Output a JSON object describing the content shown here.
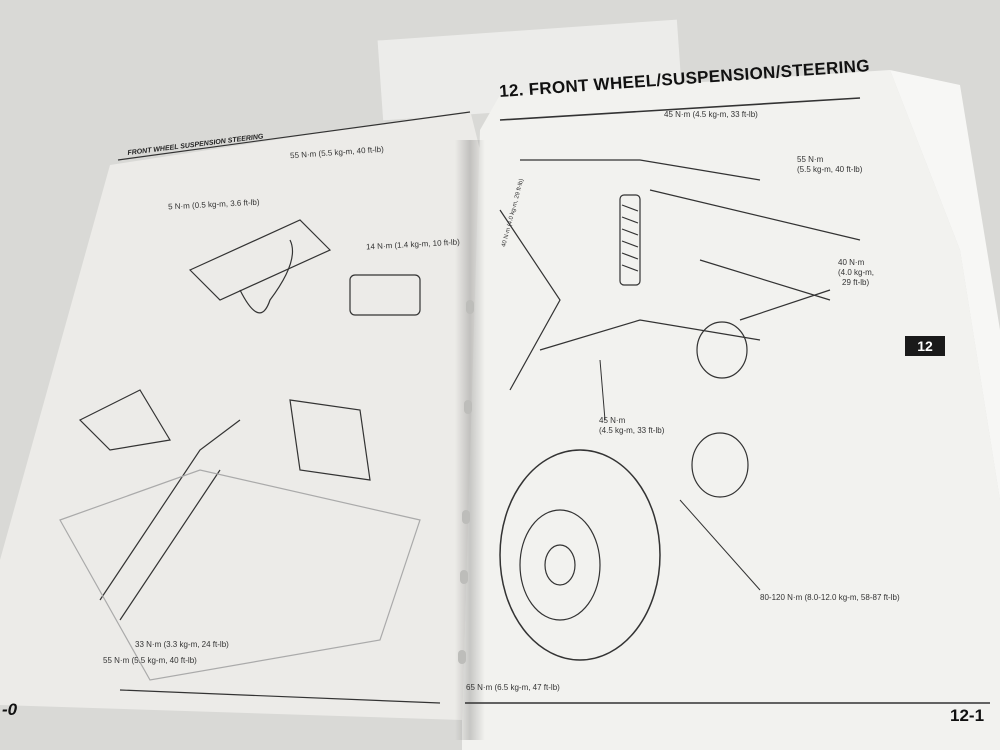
{
  "left_page": {
    "header": "FRONT WHEEL SUSPENSION STEERING",
    "page_number": "-0",
    "torque_labels": [
      "55 N·m (5.5 kg-m, 40 ft-lb)",
      "5 N·m (0.5 kg-m, 3.6 ft-lb)",
      "14 N·m (1.4 kg-m, 10 ft-lb)",
      "33 N·m (3.3 kg-m, 24 ft-lb)",
      "55 N·m (5.5 kg-m, 40 ft-lb)"
    ]
  },
  "right_page": {
    "title": "12. FRONT WHEEL/SUSPENSION/STEERING",
    "section_tab": "12",
    "page_number": "12-1",
    "torque_labels": [
      "45 N·m (4.5 kg-m, 33 ft-lb)",
      "55 N·m",
      "(5.5 kg-m, 40 ft-lb)",
      "40 N·m",
      "(4.0 kg-m,",
      "29 ft-lb)",
      "45 N·m",
      "(4.5 kg-m, 33 ft-lb)",
      "80-120 N·m (8.0-12.0 kg-m, 58-87 ft-lb)",
      "65 N·m (6.5 kg-m, 47 ft-lb)",
      "40 N·m (4.0 kg-m, 29 ft-lb)"
    ]
  }
}
